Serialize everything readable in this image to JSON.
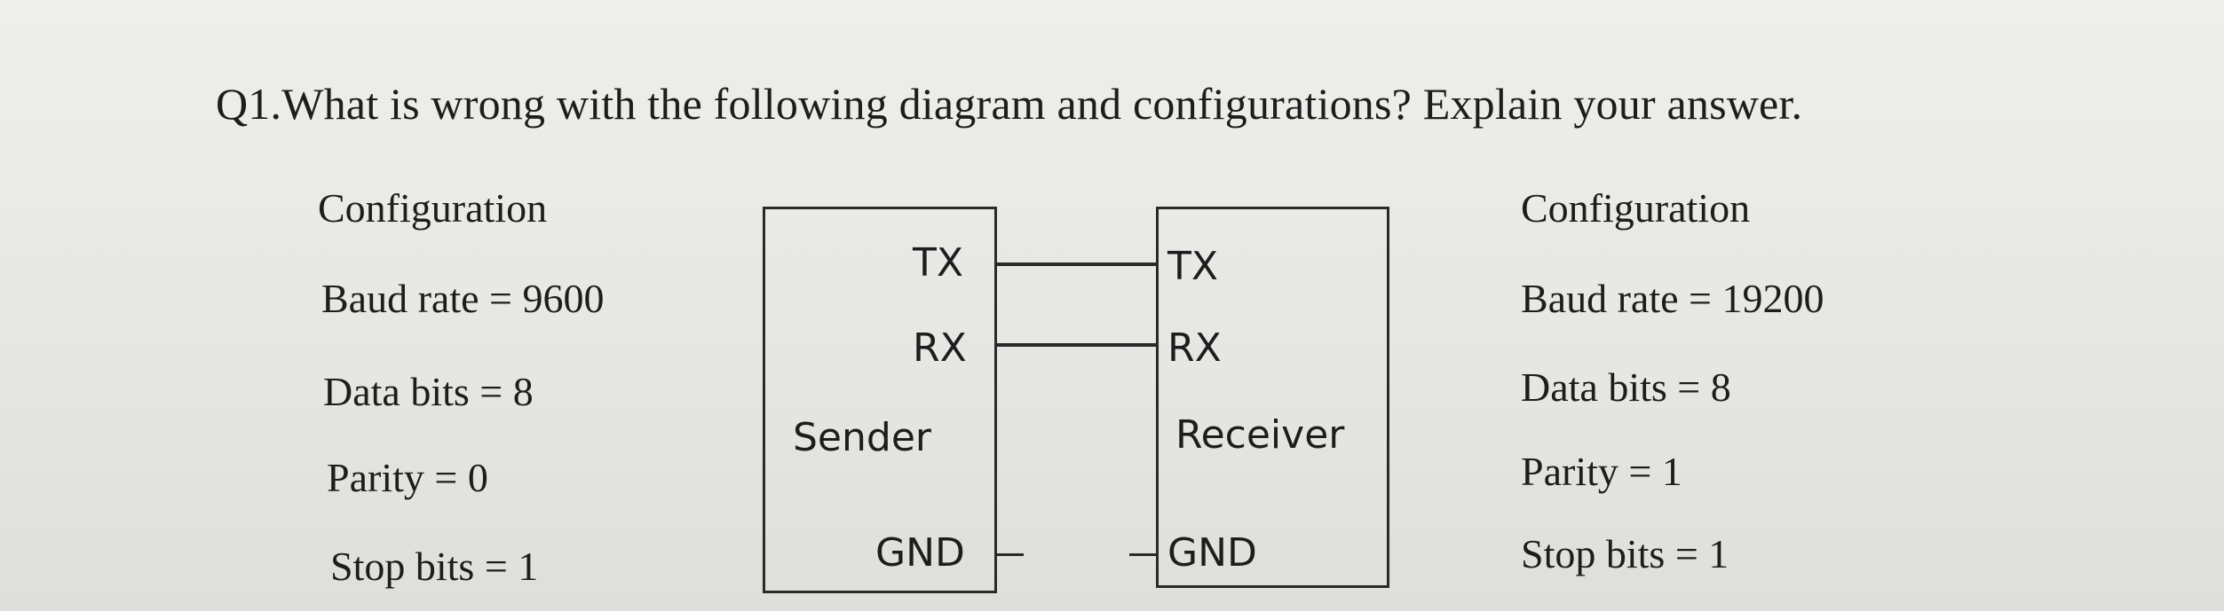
{
  "question": "Q1.What is wrong with the following diagram and configurations? Explain your answer.",
  "sender_config": {
    "heading": "Configuration",
    "baud_rate": "Baud rate = 9600",
    "data_bits": "Data bits = 8",
    "parity": "Parity = 0",
    "stop_bits": "Stop bits = 1"
  },
  "receiver_config": {
    "heading": "Configuration",
    "baud_rate": "Baud rate = 19200",
    "data_bits": "Data bits = 8",
    "parity": "Parity = 1",
    "stop_bits": "Stop bits = 1"
  },
  "sender": {
    "name": "Sender",
    "tx": "TX",
    "rx": "RX",
    "gnd": "GND"
  },
  "receiver": {
    "name": "Receiver",
    "tx": "TX",
    "rx": "RX",
    "gnd": "GND"
  }
}
